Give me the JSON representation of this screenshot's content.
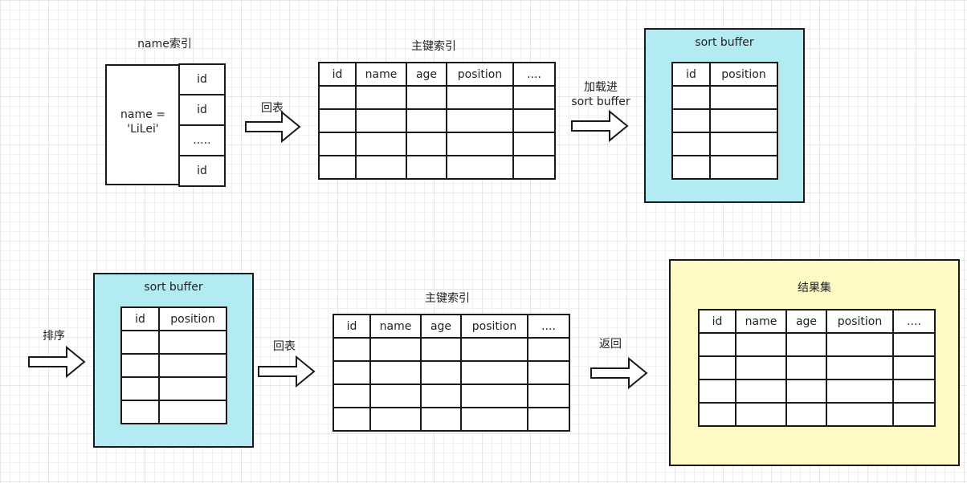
{
  "colors": {
    "sort_buffer_fill": "#b2ebf2",
    "result_fill": "#fff9c4",
    "stroke": "#1a1a1a"
  },
  "name_index": {
    "title": "name索引",
    "condition": "name =\n'LiLei'",
    "ids": [
      "id",
      "id",
      ".....",
      "id"
    ]
  },
  "primary_index_1": {
    "title": "主键索引",
    "headers": [
      "id",
      "name",
      "age",
      "position",
      "...."
    ]
  },
  "sort_buffer_1": {
    "title": "sort buffer",
    "headers": [
      "id",
      "position"
    ]
  },
  "sort_buffer_2": {
    "title": "sort buffer",
    "headers": [
      "id",
      "position"
    ]
  },
  "primary_index_2": {
    "title": "主键索引",
    "headers": [
      "id",
      "name",
      "age",
      "position",
      "...."
    ]
  },
  "result_set": {
    "title": "结果集",
    "headers": [
      "id",
      "name",
      "age",
      "position",
      "...."
    ]
  },
  "arrows": {
    "lookup_1": "回表",
    "load_into": "加载进\nsort buffer",
    "sort": "排序",
    "lookup_2": "回表",
    "return": "返回"
  }
}
